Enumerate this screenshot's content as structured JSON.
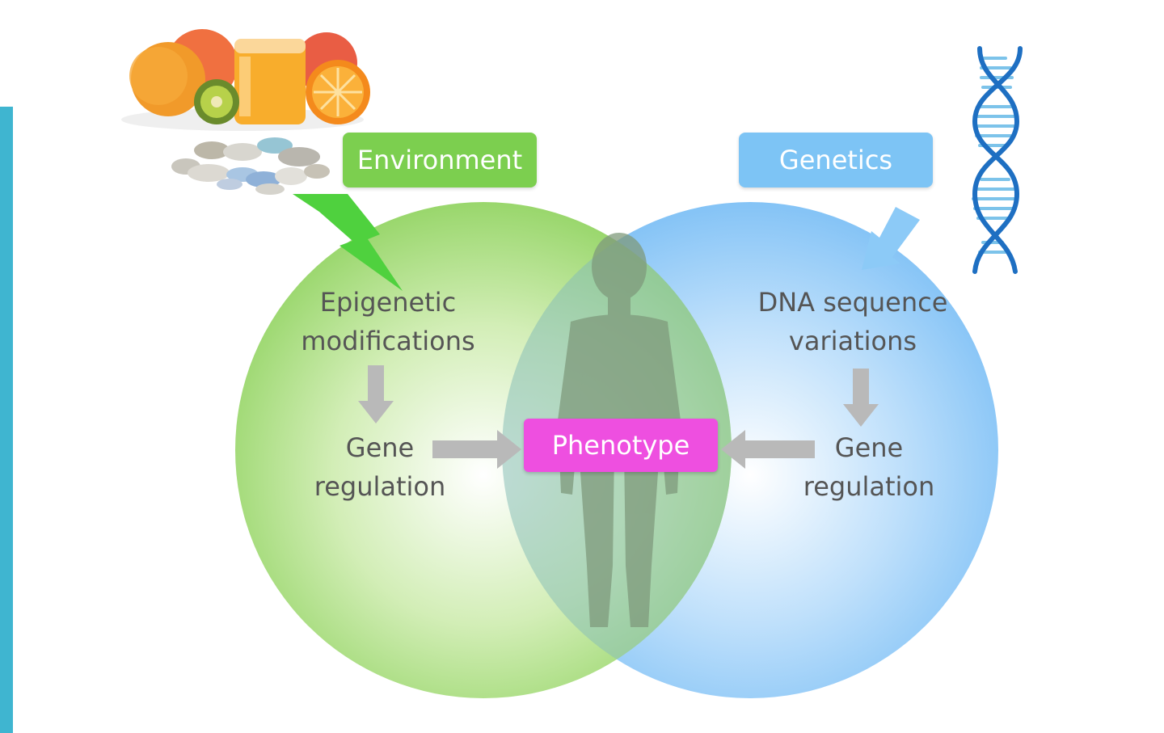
{
  "environment": {
    "label": "Environment"
  },
  "genetics": {
    "label": "Genetics"
  },
  "left_circle": {
    "line1": "Epigenetic",
    "line2": "modifications",
    "gene1": "Gene",
    "gene2": "regulation"
  },
  "right_circle": {
    "line1": "DNA sequence",
    "line2": "variations",
    "gene1": "Gene",
    "gene2": "regulation"
  },
  "center": {
    "label": "Phenotype"
  },
  "icons": [
    "fruit-juice-icon",
    "pills-icon",
    "lightning-arrow-icon",
    "dna-helix-icon",
    "human-silhouette-icon"
  ],
  "colors": {
    "environment": "#7ccf4f",
    "genetics": "#7dc4f5",
    "phenotype": "#ee4fe0",
    "left_bar": "#3fb5d0"
  }
}
